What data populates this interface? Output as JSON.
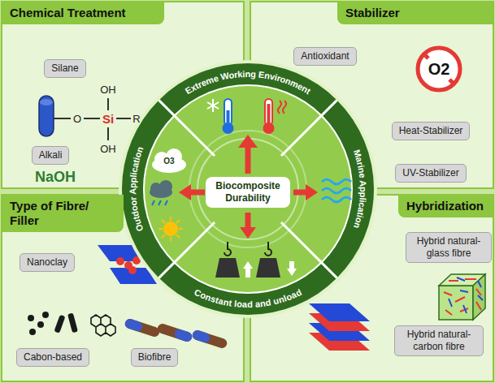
{
  "diagram": {
    "nodes": [
      {
        "text": [
          "Chemical Treatment"
        ]
      },
      {
        "text": [
          "Silane"
        ],
        "in": 0
      },
      {
        "text": [
          "Alkali"
        ],
        "in": 0
      },
      {
        "text": [
          "Stabilizer"
        ]
      },
      {
        "text": [
          "Antioxidant"
        ],
        "in": 3
      },
      {
        "text": [
          "Heat-Stabilizer"
        ],
        "in": 3
      },
      {
        "text": [
          "UV-Stabilizer"
        ],
        "in": 3
      },
      {
        "text": [
          "Type of Fibre/ Filler"
        ]
      },
      {
        "text": [
          "Nanoclay"
        ],
        "in": 7
      },
      {
        "text": [
          "Cabon-based"
        ],
        "in": 7
      },
      {
        "text": [
          "Biofibre"
        ],
        "in": 7
      },
      {
        "text": [
          "Hybridization"
        ]
      },
      {
        "text": [
          "Hybrid natural-glass fibre"
        ],
        "in": 11
      },
      {
        "text": [
          "Hybrid natural-carbon fibre"
        ],
        "in": 11
      },
      {
        "text": [
          "Biocomposite Durability"
        ]
      }
    ],
    "labels": [
      "OH",
      "OH",
      "Si",
      "O",
      "R",
      "NaOH",
      "O3",
      "O2",
      "Extreme Working Environment",
      "Marine Application",
      "Constant load and unload",
      "Outdoor Application"
    ]
  }
}
